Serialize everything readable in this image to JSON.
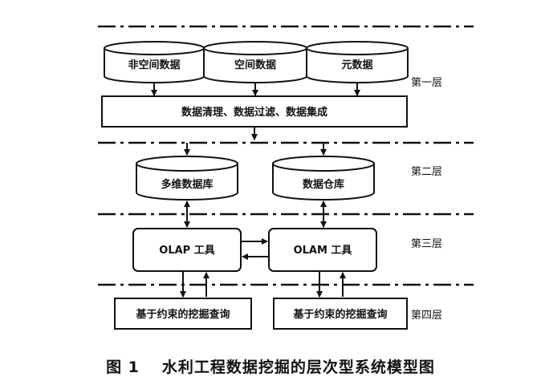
{
  "layers": [
    {
      "label": "第一层"
    },
    {
      "label": "第二层"
    },
    {
      "label": "第三层"
    },
    {
      "label": "第四层"
    }
  ],
  "sources": [
    {
      "label": "非空间数据"
    },
    {
      "label": "空间数据"
    },
    {
      "label": "元数据"
    }
  ],
  "preprocess": {
    "label": "数据清理、数据过滤、数据集成"
  },
  "stores": [
    {
      "label": "多维数据库"
    },
    {
      "label": "数据仓库"
    }
  ],
  "tools": [
    {
      "label": "OLAP 工具"
    },
    {
      "label": "OLAM 工具"
    }
  ],
  "queries": [
    {
      "label": "基于约束的挖掘查询"
    },
    {
      "label": "基于约束的挖掘查询"
    }
  ],
  "caption": {
    "number": "图 1",
    "text": "水利工程数据挖掘的层次型系统模型图"
  }
}
